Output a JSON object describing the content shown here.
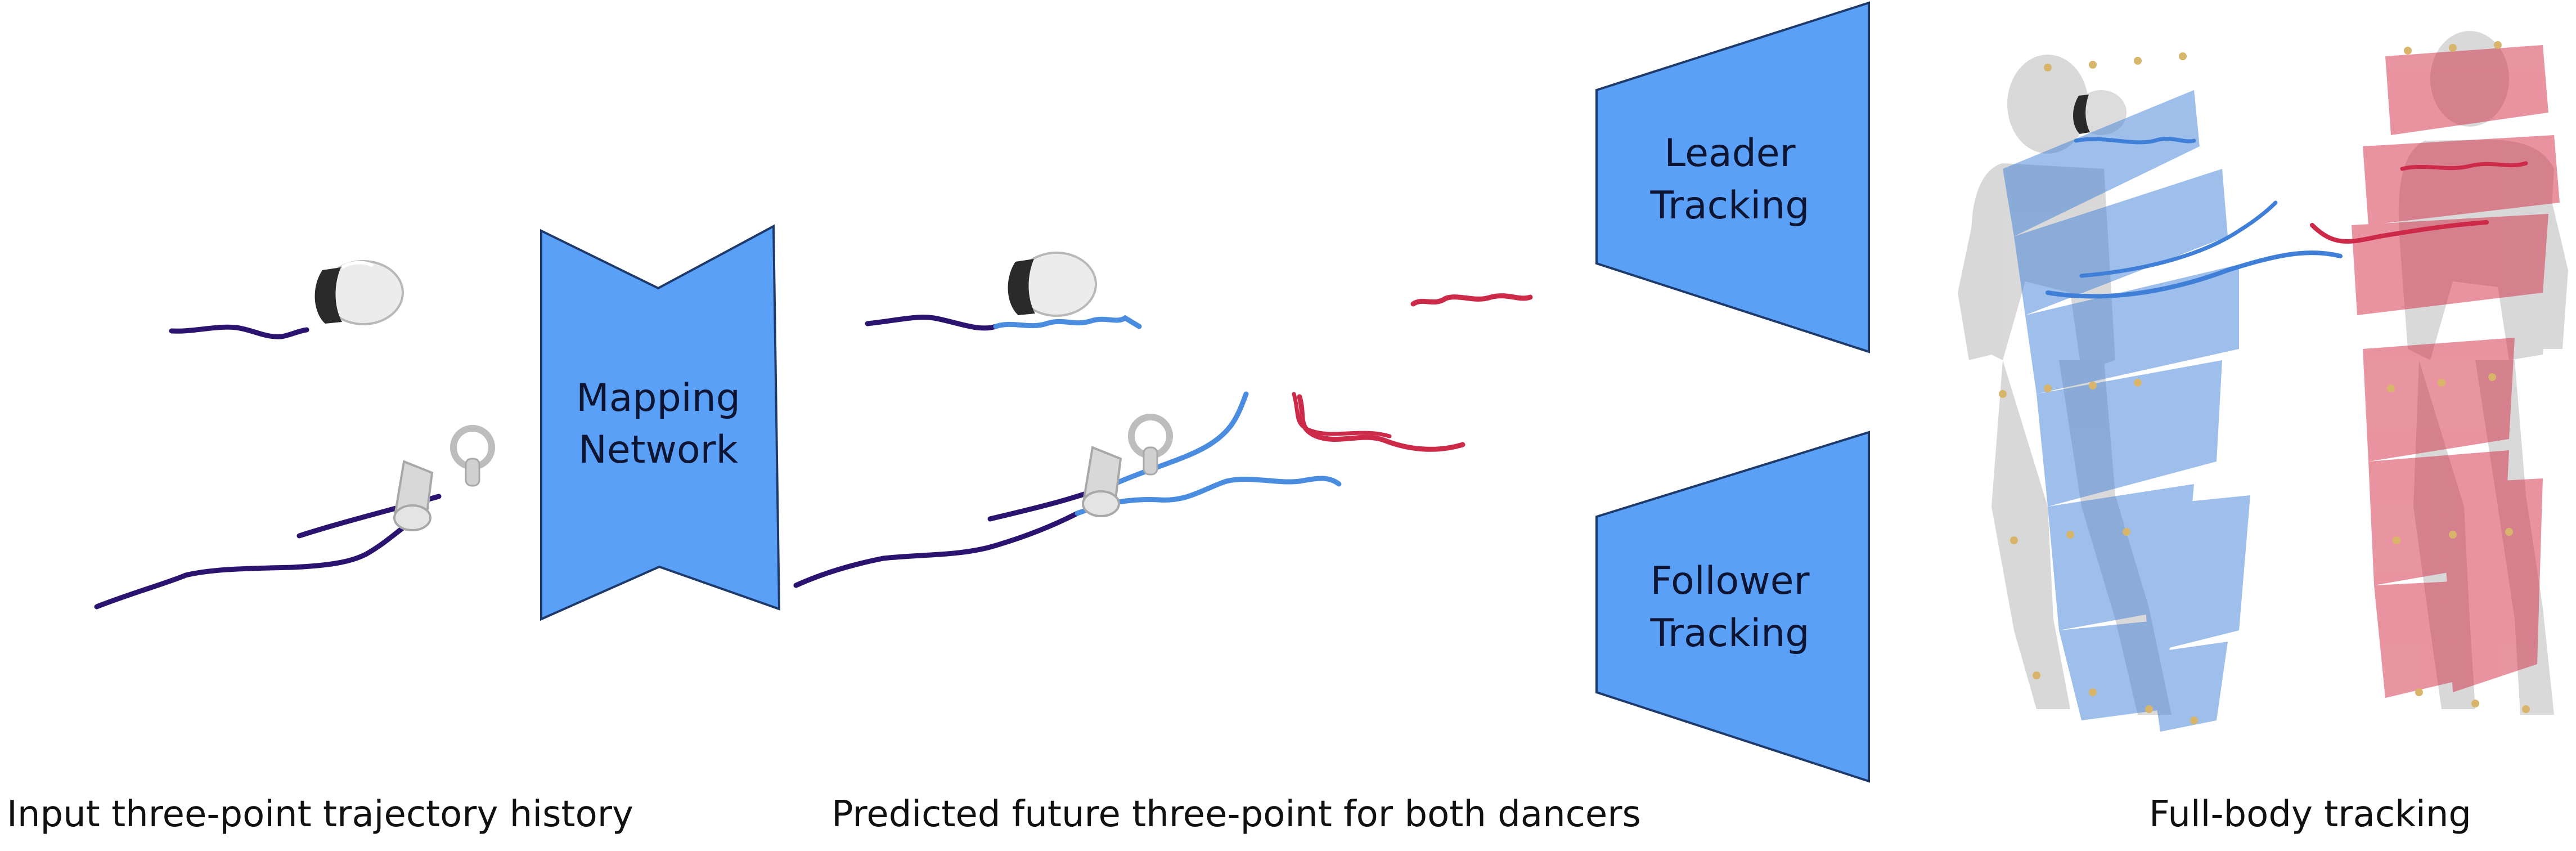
{
  "colors": {
    "block_fill": "#5aa0f6",
    "block_stroke": "#1e3a6a",
    "history_path": "#2b1470",
    "leader_future_path": "#4a8ce0",
    "follower_future_path": "#cc2a48",
    "leader_skeleton": "#3f7fd8",
    "follower_skeleton": "#d42a44",
    "body_mesh": "#c9c9c9",
    "joint": "#d8b56a"
  },
  "icons": {
    "headset": "vr-headset-icon",
    "controller": "vr-controller-icon"
  },
  "mapping_network": {
    "line1": "Mapping",
    "line2": "Network"
  },
  "leader_tracking": {
    "line1": "Leader",
    "line2": "Tracking"
  },
  "follower_tracking": {
    "line1": "Follower",
    "line2": "Tracking"
  },
  "captions": {
    "input": "Input three-point trajectory history",
    "predicted": "Predicted future three-point for both dancers",
    "output": "Full-body tracking"
  }
}
